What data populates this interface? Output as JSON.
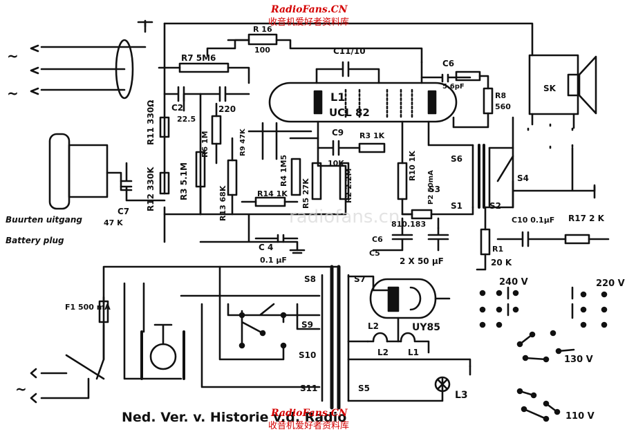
{
  "watermark": {
    "site": "RadioFans.CN",
    "site_cn": "收音机爱好者资料库",
    "middle": "radiofans.cn",
    "bottom_site": "RadioFans.CN",
    "bottom_cn": "收音机爱好者资料库"
  },
  "footer": {
    "caption": "Ned. Ver. v. Historie v.d. Radio"
  },
  "colors": {
    "ink": "#111111",
    "watermark_red": "#d40000",
    "paper": "#ffffff"
  },
  "labels": {
    "r16": "R 16",
    "r16_val": "100",
    "c11": "C11/10",
    "c6": "C6",
    "c6_val": "5.6pF",
    "r8": "R8",
    "r8_val": "560",
    "r7": "R7 5M6",
    "c2_val": "220",
    "c2": "C2",
    "c2_alt": "22.5",
    "l1": "L1",
    "tube1": "UCL 82",
    "r11": "R11 330Ω",
    "r6": "R6 1M",
    "r3": "R3 5.1M",
    "r9": "R9 47K",
    "r4": "R4 1M5",
    "r5": "R5 27K",
    "c9": "C9",
    "c10": "10K",
    "r2": "R2 2.2M",
    "r_sec": "R3 1K",
    "r10": "R10 1K",
    "r12": "R12 330K",
    "r13": "R13 68K",
    "r14": "R14 1K",
    "spk": "SK",
    "s6": "S6",
    "s4": "S4",
    "s3": "S3",
    "s2": "S2",
    "s1": "S1",
    "c7": "C7",
    "c7_val": "47 K",
    "buzzer_uitgang": "Buurten uitgang",
    "battery_plug": "Battery plug",
    "c4": "C 4",
    "c4_val": "0.1 μF",
    "c6c": "C6",
    "c5": "C5",
    "mid_val": "810.183",
    "caps": "2 X 50 μF",
    "p2": "P2 50mA",
    "c10b": "C10 0.1μF",
    "r17": "R17 2 K",
    "r1": "R1",
    "r1_val": "20 K",
    "fuse": "F1 500 mA",
    "s8": "S8",
    "s7": "S7",
    "s9": "S9",
    "s10": "S10",
    "s11": "S11",
    "s5": "S5",
    "l2": "L2",
    "l2b": "L2",
    "l1b": "L1",
    "l3": "L3",
    "tube2": "UY85",
    "v240": "240 V",
    "v220": "220 V",
    "v130": "130 V",
    "v110": "110 V",
    "tilde": "~"
  }
}
